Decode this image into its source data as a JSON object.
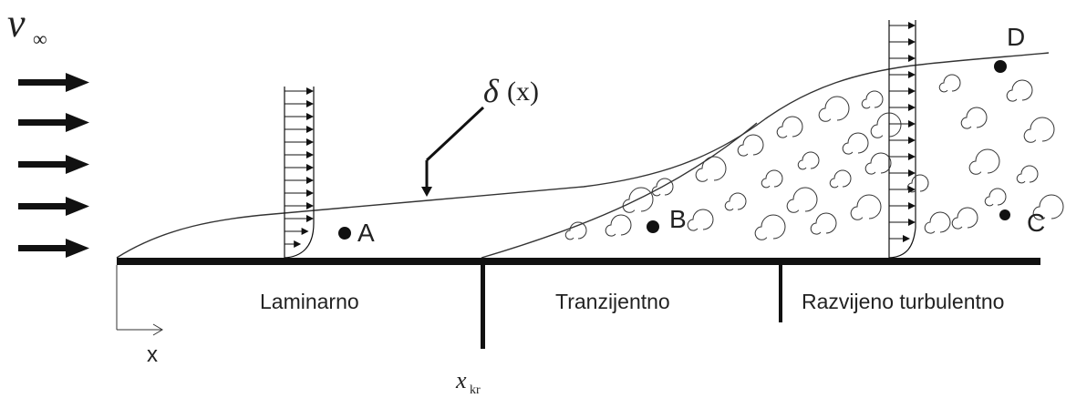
{
  "free_stream": {
    "symbol": "v",
    "subscript": "∞"
  },
  "delta_label": {
    "symbol": "δ",
    "arg": "(x)"
  },
  "regions": {
    "laminar": "Laminarno",
    "transition": "Tranzijentno",
    "turbulent": "Razvijeno turbulentno"
  },
  "x_axis": {
    "label": "x"
  },
  "x_critical": {
    "symbol": "x",
    "subscript": "kr"
  },
  "points": {
    "A": "A",
    "B": "B",
    "C": "C",
    "D": "D"
  },
  "colors": {
    "ink": "#111111",
    "line": "#333333",
    "background": "#ffffff"
  },
  "icons": {
    "flow": "arrow-right-icon",
    "eddy": "eddy-swirl-icon"
  }
}
